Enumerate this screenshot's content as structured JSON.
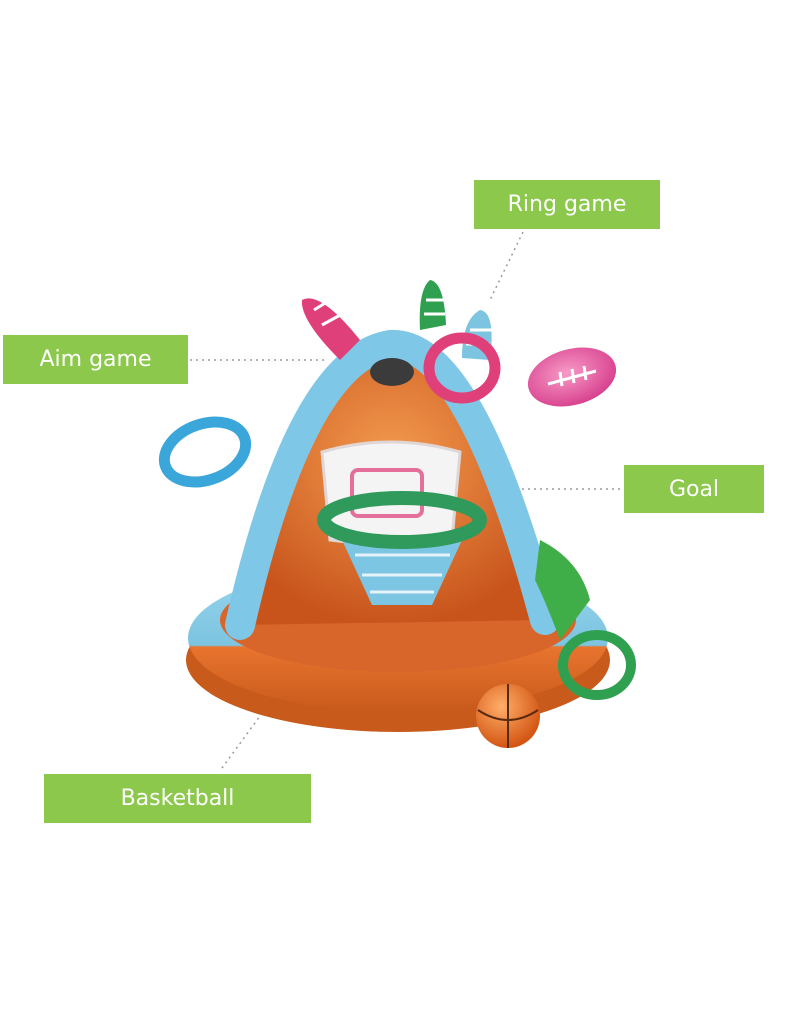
{
  "labels": {
    "ring_game": "Ring game",
    "aim_game": "Aim game",
    "goal": "Goal",
    "basketball": "Basketball"
  },
  "colors": {
    "label_bg": "#8cc84b",
    "label_text": "#ffffff",
    "arch": "#7fc7e6",
    "dome": "#e06a2a",
    "base_top": "#8fd0ea",
    "base_bottom": "#e8742e",
    "pink": "#e0407a",
    "green": "#2fa04f",
    "blue_ring": "#3aa6d9"
  }
}
